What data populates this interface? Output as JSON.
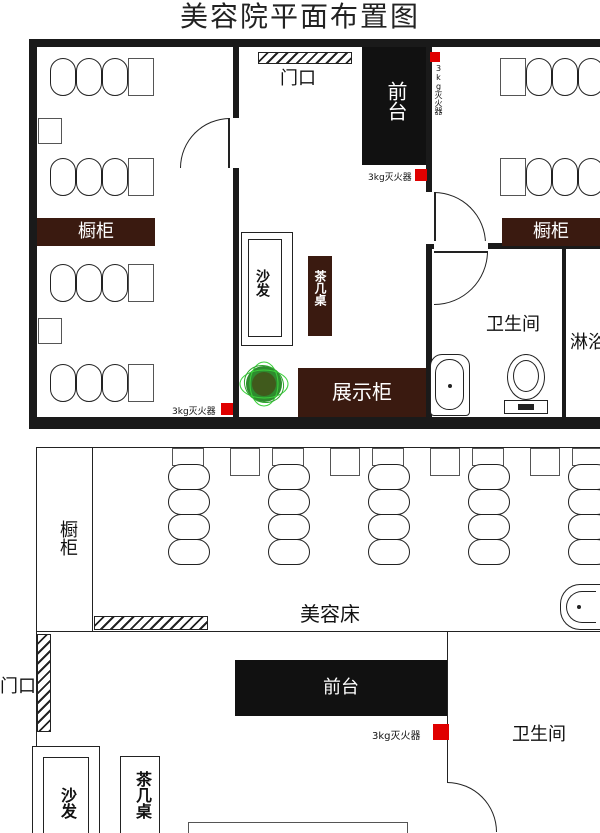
{
  "title": "美容院平面布置图",
  "top_plan": {
    "cabinet_label": "橱柜",
    "entrance_label": "门口",
    "reception_label": "前台",
    "fire_ext_label": "3kg灭火器",
    "sofa_label": "沙发",
    "tea_table_label": "茶几桌",
    "display_cabinet_label": "展示柜",
    "bathroom_label": "卫生间",
    "shower_label": "淋浴",
    "fire_ext_vertical_label": "3kg灭火器"
  },
  "bottom_plan": {
    "cabinet_label": "橱柜",
    "beauty_bed_label": "美容床",
    "entrance_label": "门口",
    "reception_label": "前台",
    "fire_ext_label": "3kg灭火器",
    "bathroom_label": "卫生间",
    "sofa_label": "沙发",
    "tea_table_label": "茶几桌"
  },
  "colors": {
    "wall": "#1a1a1a",
    "label_bar": "#3a1a10",
    "fire_extinguisher": "#e00000",
    "plant": "#2e8b2e"
  }
}
